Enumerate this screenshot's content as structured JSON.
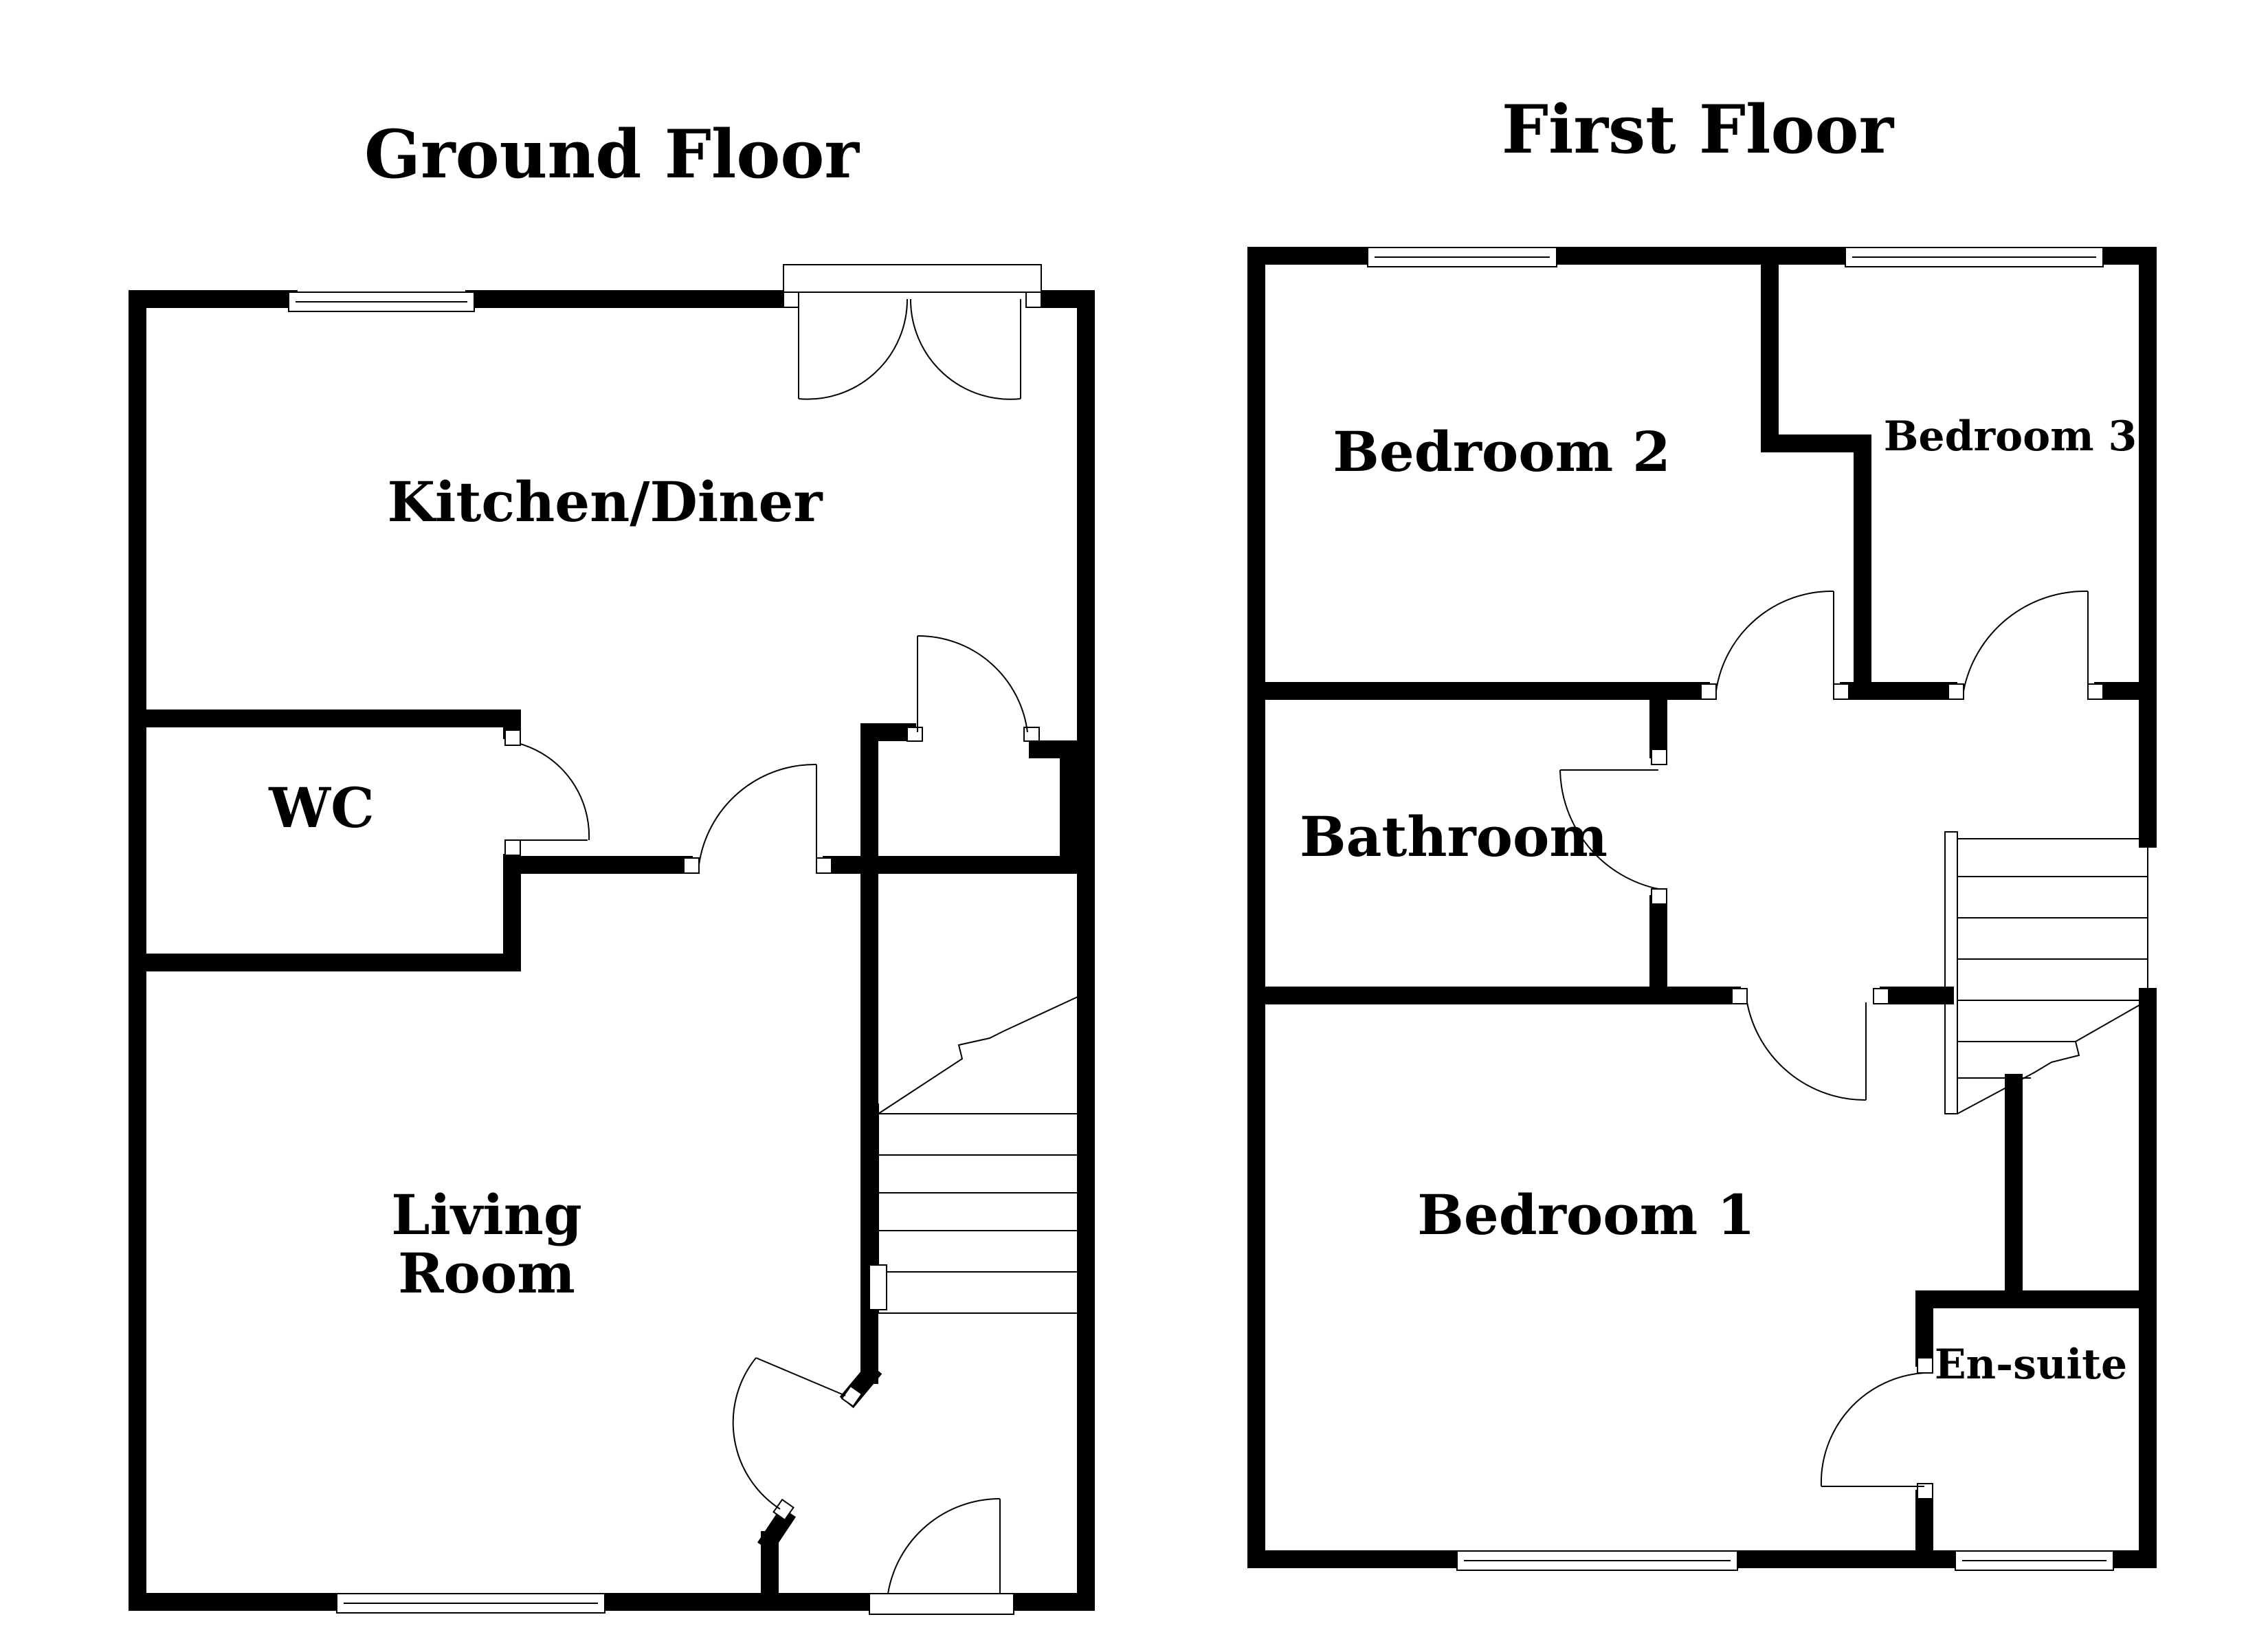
{
  "floors": {
    "ground": {
      "title": "Ground Floor",
      "rooms": {
        "kitchen_diner": "Kitchen/Diner",
        "wc": "WC",
        "living_room_line1": "Living",
        "living_room_line2": "Room"
      }
    },
    "first": {
      "title": "First Floor",
      "rooms": {
        "bedroom_2": "Bedroom 2",
        "bedroom_3": "Bedroom 3",
        "bathroom": "Bathroom",
        "bedroom_1": "Bedroom 1",
        "en_suite": "En-suite"
      }
    }
  },
  "colors": {
    "wall": "#000000",
    "background": "#ffffff"
  }
}
